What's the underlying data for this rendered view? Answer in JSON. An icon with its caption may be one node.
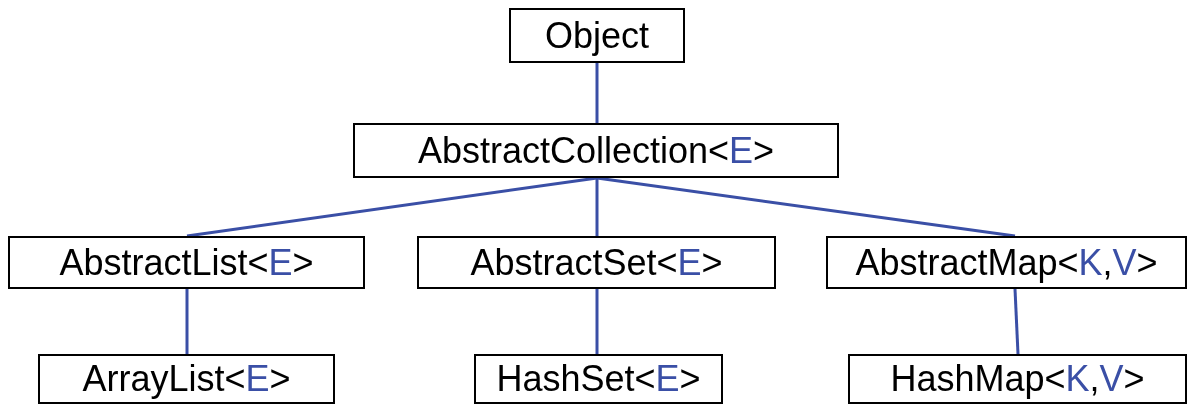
{
  "diagram": {
    "nodes": [
      {
        "text": [
          "Object"
        ]
      },
      {
        "text": [
          "AbstractCollection<E>"
        ]
      },
      {
        "text": [
          "AbstractList<E>"
        ]
      },
      {
        "text": [
          "AbstractSet<E>"
        ]
      },
      {
        "text": [
          "AbstractMap<K,V>"
        ]
      },
      {
        "text": [
          "ArrayList<E>"
        ]
      },
      {
        "text": [
          "HashSet<E>"
        ]
      },
      {
        "text": [
          "HashMap<K,V>"
        ]
      }
    ],
    "edges": [
      {
        "from": 0,
        "to": 1,
        "arrow": "none"
      },
      {
        "from": 1,
        "to": 2,
        "arrow": "none"
      },
      {
        "from": 1,
        "to": 3,
        "arrow": "none"
      },
      {
        "from": 1,
        "to": 4,
        "arrow": "none"
      },
      {
        "from": 2,
        "to": 5,
        "arrow": "none"
      },
      {
        "from": 3,
        "to": 6,
        "arrow": "none"
      },
      {
        "from": 4,
        "to": 7,
        "arrow": "none"
      }
    ]
  }
}
